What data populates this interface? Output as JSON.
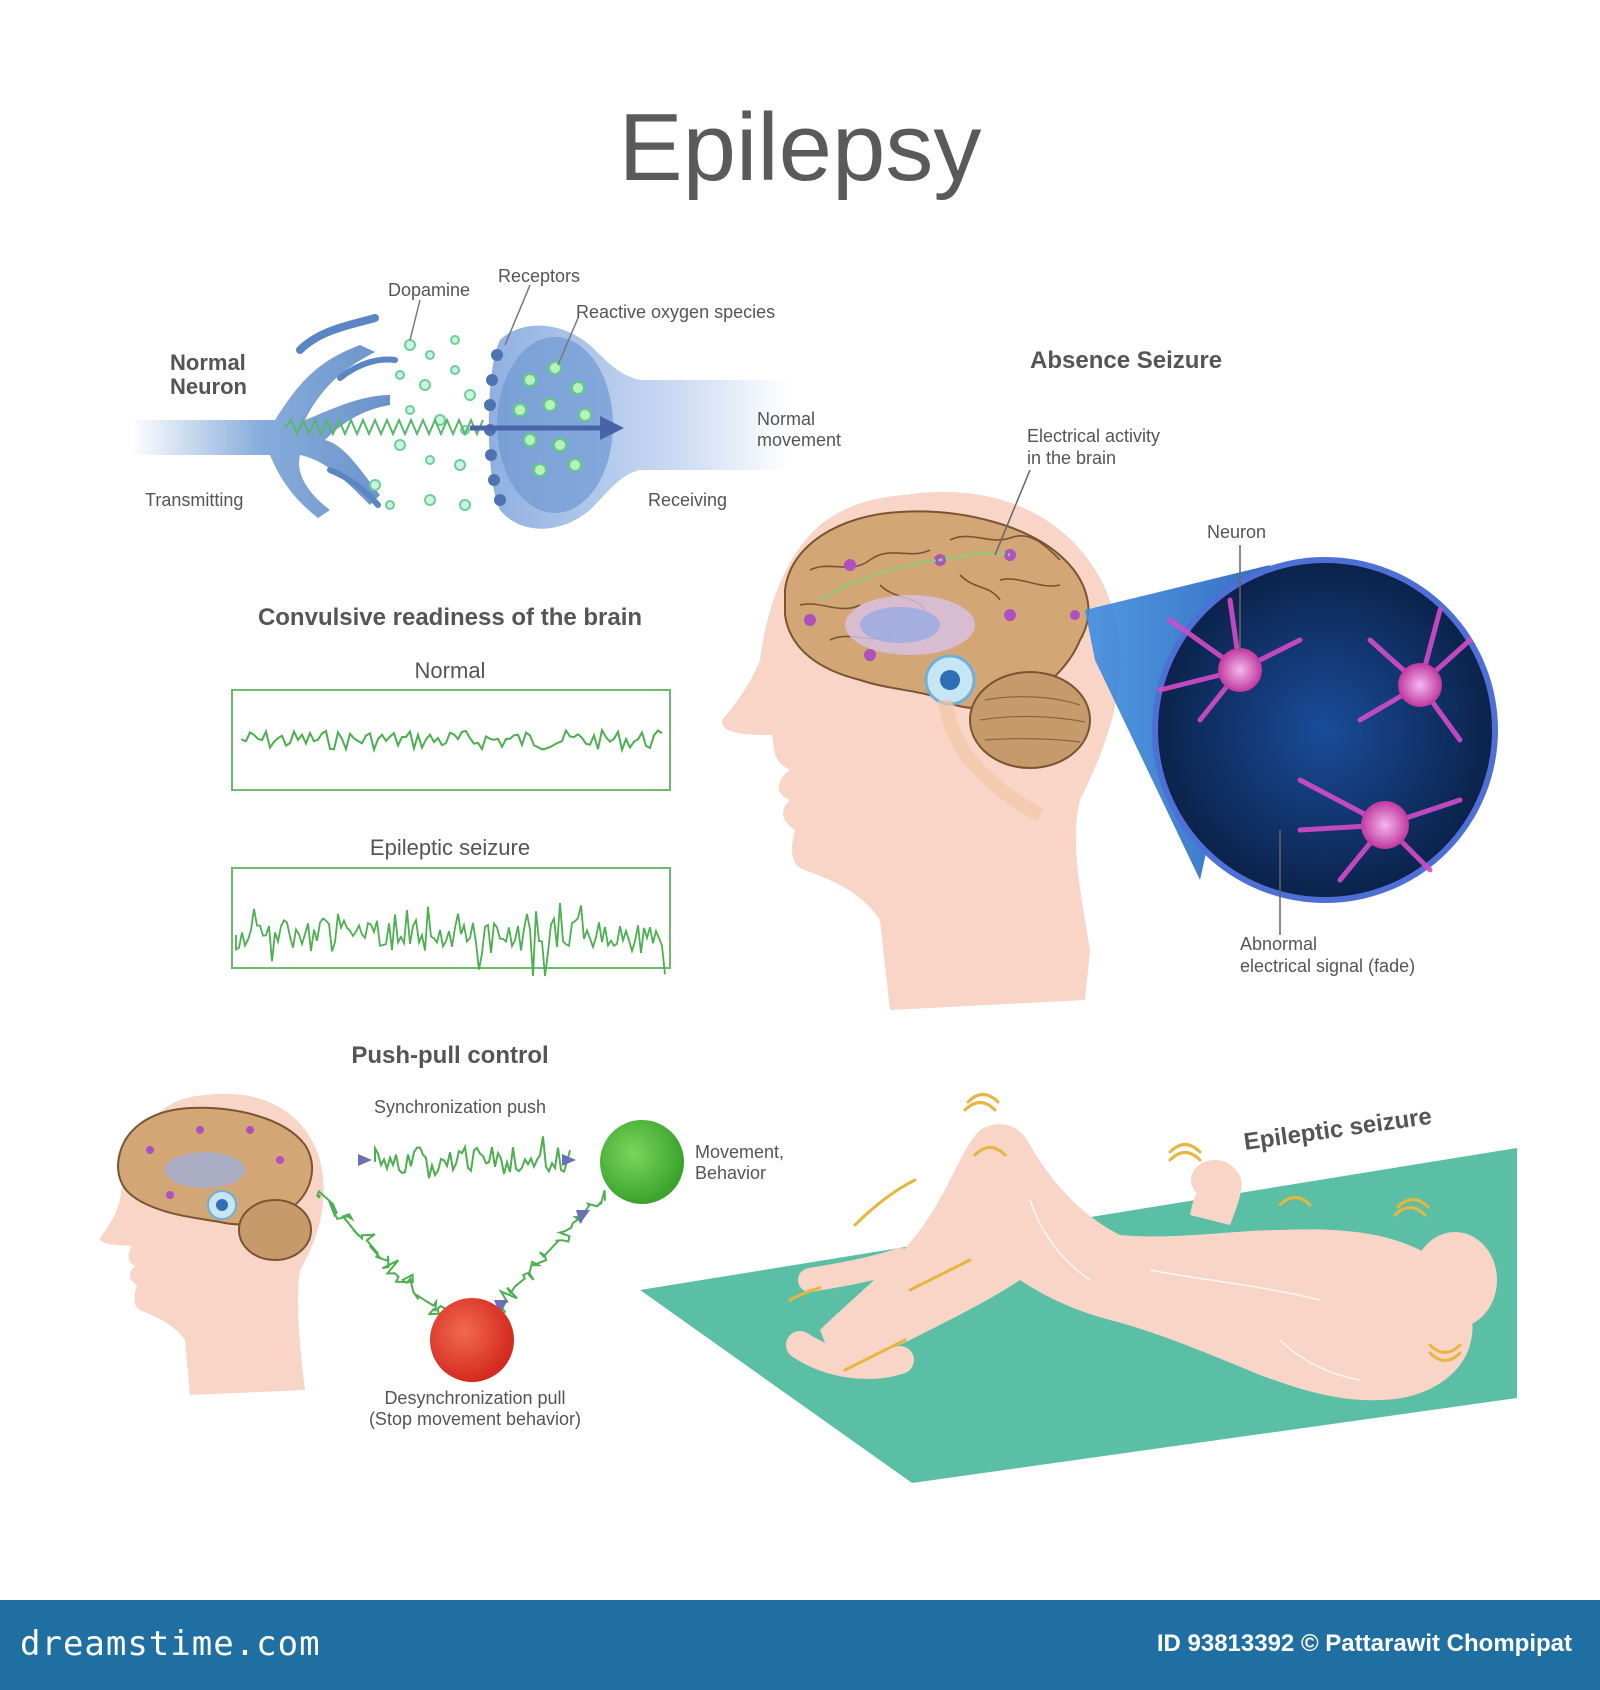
{
  "title": "Epilepsy",
  "neuron_section": {
    "heading_line1": "Normal",
    "heading_line2": "Neuron",
    "labels": {
      "dopamine": "Dopamine",
      "receptors": "Receptors",
      "reactive_oxygen": "Reactive oxygen species",
      "normal_movement_line1": "Normal",
      "normal_movement_line2": "movement",
      "transmitting": "Transmitting",
      "receiving": "Receiving"
    }
  },
  "convulsive_section": {
    "heading": "Convulsive readiness of the brain",
    "normal_label": "Normal",
    "seizure_label": "Epileptic seizure"
  },
  "absence_section": {
    "heading": "Absence Seizure",
    "electrical_line1": "Electrical activity",
    "electrical_line2": "in the brain",
    "neuron": "Neuron",
    "abnormal_line1": "Abnormal",
    "abnormal_line2": "electrical signal (fade)"
  },
  "pushpull_section": {
    "heading": "Push-pull control",
    "sync_push": "Synchronization push",
    "movement_line1": "Movement,",
    "movement_line2": "Behavior",
    "desync_line1": "Desynchronization pull",
    "desync_line2": "(Stop movement behavior)"
  },
  "seizure_section": {
    "heading": "Epileptic seizure"
  },
  "footer": {
    "logo": "dreamstime.com",
    "credit": "ID 93813392 © Pattarawit Chompipat"
  },
  "colors": {
    "trace_green": "#4caf50",
    "neuron_blue": "#5b86c4",
    "skin": "#f8d5c6",
    "mat": "#5bbfa6",
    "green_ball": "#4dbb3c",
    "red_ball": "#e43a2a",
    "footer_bg": "#1f6fa3"
  }
}
